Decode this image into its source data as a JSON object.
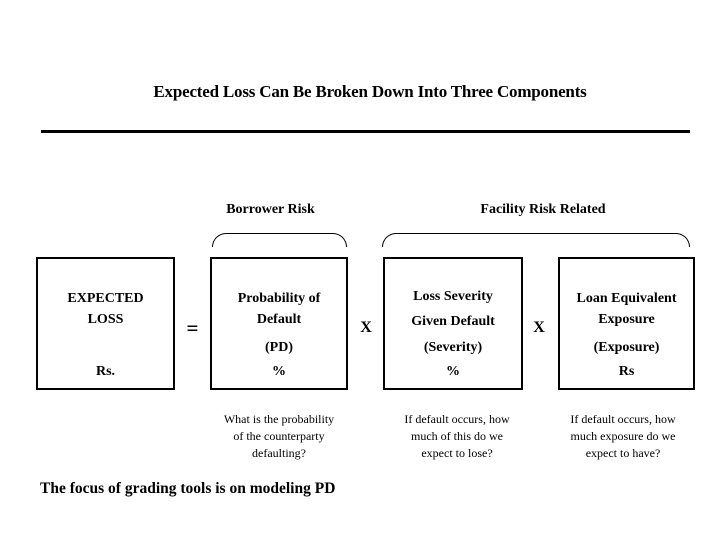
{
  "slide": {
    "title": "Expected Loss Can Be Broken Down Into Three Components",
    "footer": "The focus of grading tools is on modeling PD"
  },
  "group_labels": {
    "borrower_risk": "Borrower Risk",
    "facility_risk": "Facility Risk Related"
  },
  "equation": {
    "equals_sign": "=",
    "multiply_sign": "X",
    "result_box": {
      "line1": "EXPECTED",
      "line2": "LOSS",
      "unit": "Rs."
    },
    "factor_boxes": [
      {
        "line1": "Probability of",
        "line2": "Default",
        "abbrev": "(PD)",
        "unit": "%"
      },
      {
        "line1": "Loss Severity",
        "line2": "Given Default",
        "abbrev": "(Severity)",
        "unit": "%"
      },
      {
        "line1": "Loan Equivalent",
        "line2": "Exposure",
        "abbrev": "(Exposure)",
        "unit": "Rs"
      }
    ]
  },
  "annotations": [
    {
      "line1": "What is the probability",
      "line2": "of the counterparty",
      "line3": "defaulting?"
    },
    {
      "line1": "If default occurs, how",
      "line2": "much of this do we",
      "line3": "expect to lose?"
    },
    {
      "line1": "If default occurs, how",
      "line2": "much exposure do we",
      "line3": "expect to have?"
    }
  ],
  "colors": {
    "background": "#ffffff",
    "text": "#000000",
    "line": "#000000"
  }
}
